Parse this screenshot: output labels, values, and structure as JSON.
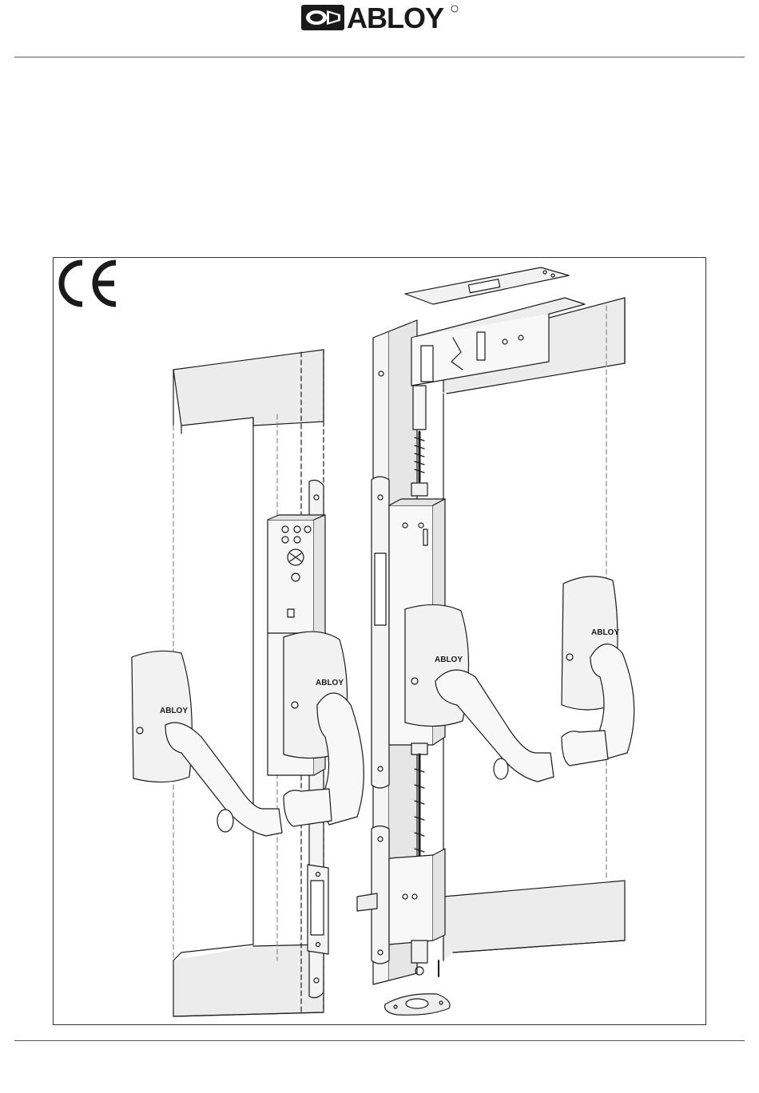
{
  "header": {
    "brand_name": "ABLOY",
    "logo_icon": "abloy-keyhole-logo-icon",
    "registered_icon": "registered-mark-icon"
  },
  "figure": {
    "handle_labels": [
      "ABLOY",
      "ABLOY",
      "ABLOY",
      "ABLOY"
    ],
    "ce_icon": "ce-conformity-mark-icon"
  },
  "colors": {
    "ink": "#1a1a1a",
    "line": "#555555",
    "shade": "#d9d9d9"
  }
}
